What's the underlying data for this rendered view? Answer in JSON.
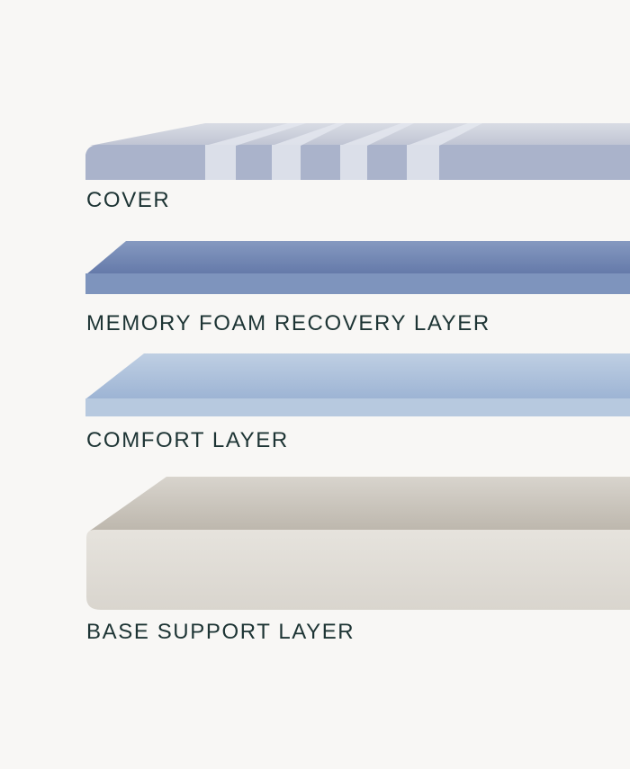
{
  "layers": [
    {
      "label": "COVER",
      "top_color": "#c9ccd8",
      "side_color": "#a9b3cc",
      "stripe_color": "#e6e9f1"
    },
    {
      "label": "MEMORY FOAM RECOVERY LAYER",
      "top_color": "#6e86b3",
      "side_color": "#7d94bf"
    },
    {
      "label": "COMFORT LAYER",
      "top_color": "#a6bcd8",
      "side_color": "#b3c6df"
    },
    {
      "label": "BASE SUPPORT LAYER",
      "top_color": "#cdc8bf",
      "side_color": "#e2dfd9"
    }
  ],
  "text_color": "#1d3434",
  "background": "#f8f7f5"
}
